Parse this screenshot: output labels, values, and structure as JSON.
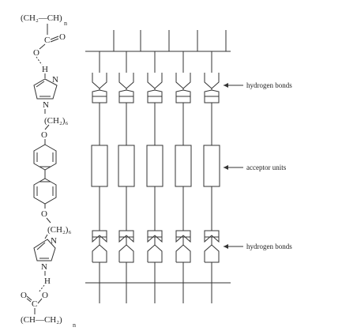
{
  "molecule": {
    "top_backbone": "(CH₂—CH)",
    "top_subscript": "n",
    "carbonyl_o": "O",
    "ester_o": "O",
    "ester_c": "C",
    "hydrogen": "H",
    "imidazole_n_top": "N",
    "imidazole_n_bottom": "N",
    "spacer": "(CH₂)₆",
    "ether_o": "O",
    "bottom_backbone": "(CH—CH₂)",
    "bottom_subscript": "n"
  },
  "scheme": {
    "columns": 5,
    "label_top": "hydrogen bonds",
    "label_middle": "acceptor units",
    "label_bottom": "hydrogen bonds"
  }
}
